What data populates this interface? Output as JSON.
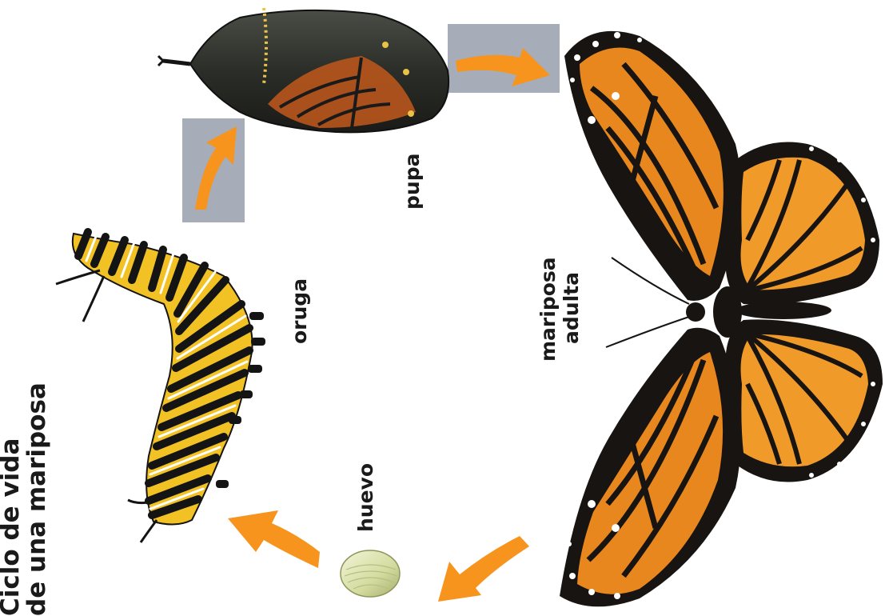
{
  "title": {
    "line1": "Ciclo de vida",
    "line2": "de una mariposa"
  },
  "stages": {
    "egg": "huevo",
    "caterpillar": "oruga",
    "pupa": "pupa",
    "adult_line1": "mariposa",
    "adult_line2": "adulta"
  },
  "colors": {
    "arrow": "#f7941d",
    "arrow_box": "#a7adb8",
    "monarch_orange": "#e8871e",
    "monarch_black": "#171412",
    "caterpillar_yellow": "#f2c225",
    "egg": "#dfe3b4",
    "pupa": "#2e302a"
  },
  "icons": [
    "egg-icon",
    "caterpillar-icon",
    "pupa-icon",
    "butterfly-icon",
    "arrow-icon"
  ]
}
